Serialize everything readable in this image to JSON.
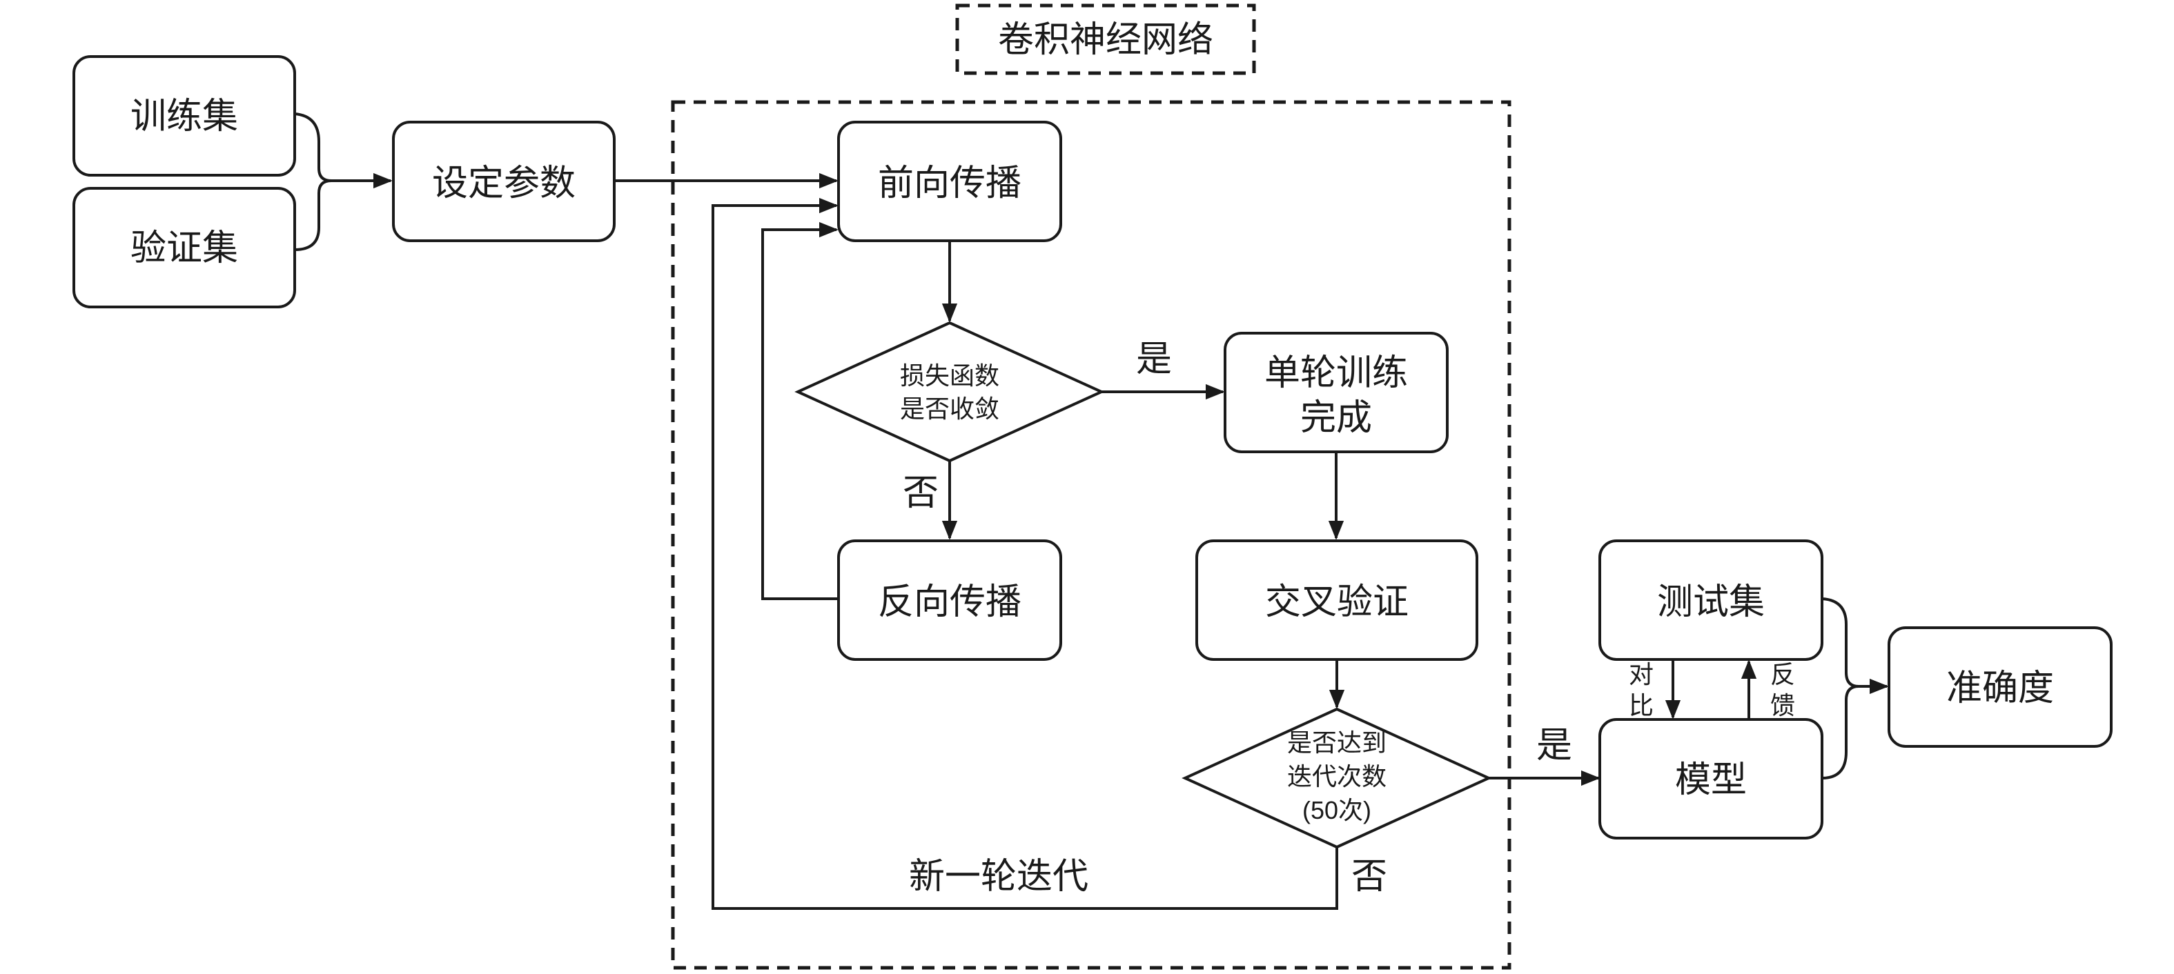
{
  "cnn_label": "卷积神经网络",
  "nodes": {
    "train_set": "训练集",
    "val_set": "验证集",
    "set_params": "设定参数",
    "forward": "前向传播",
    "loss_line1": "损失函数",
    "loss_line2": "是否收敛",
    "backward": "反向传播",
    "epoch_line1": "单轮训练",
    "epoch_line2": "完成",
    "cross_val": "交叉验证",
    "iter_line1": "是否达到",
    "iter_line2": "迭代次数",
    "iter_line3": "(50次)",
    "test_set": "测试集",
    "model": "模型",
    "accuracy": "准确度"
  },
  "edge_labels": {
    "yes_loss": "是",
    "no_loss": "否",
    "yes_iter": "是",
    "no_iter": "否",
    "new_iter": "新一轮迭代",
    "compare_1": "对",
    "compare_2": "比",
    "feedback_1": "反",
    "feedback_2": "馈"
  }
}
